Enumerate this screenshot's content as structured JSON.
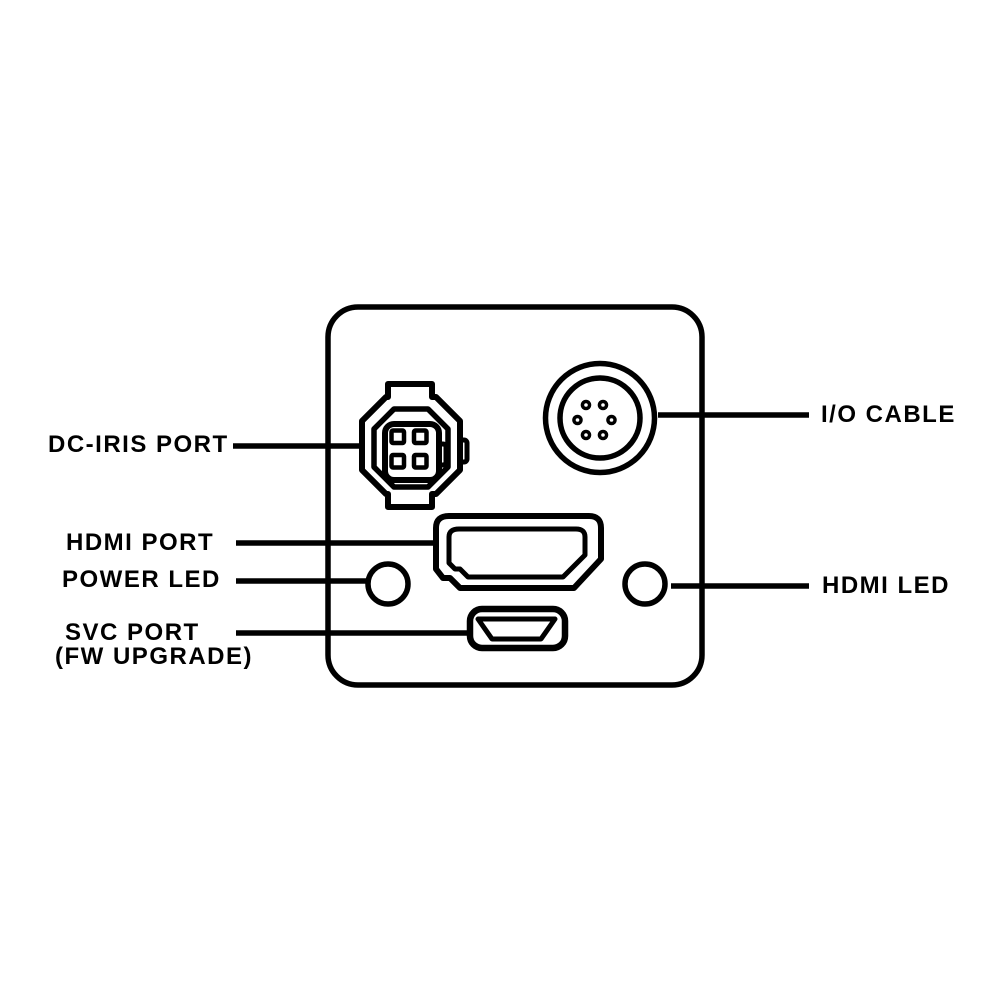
{
  "colors": {
    "stroke": "#000000",
    "background": "#ffffff"
  },
  "labels": {
    "dc_iris_port": "DC-IRIS PORT",
    "io_cable": "I/O CABLE",
    "hdmi_port": "HDMI PORT",
    "power_led": "POWER LED",
    "hdmi_led": "HDMI LED",
    "svc_port": "SVC PORT",
    "svc_port_sub": "(FW UPGRADE)"
  },
  "icons": [
    "device-panel",
    "dc-iris-connector-icon",
    "io-circular-connector-icon",
    "hdmi-connector-icon",
    "power-led-indicator-icon",
    "hdmi-led-indicator-icon",
    "micro-usb-connector-icon"
  ]
}
